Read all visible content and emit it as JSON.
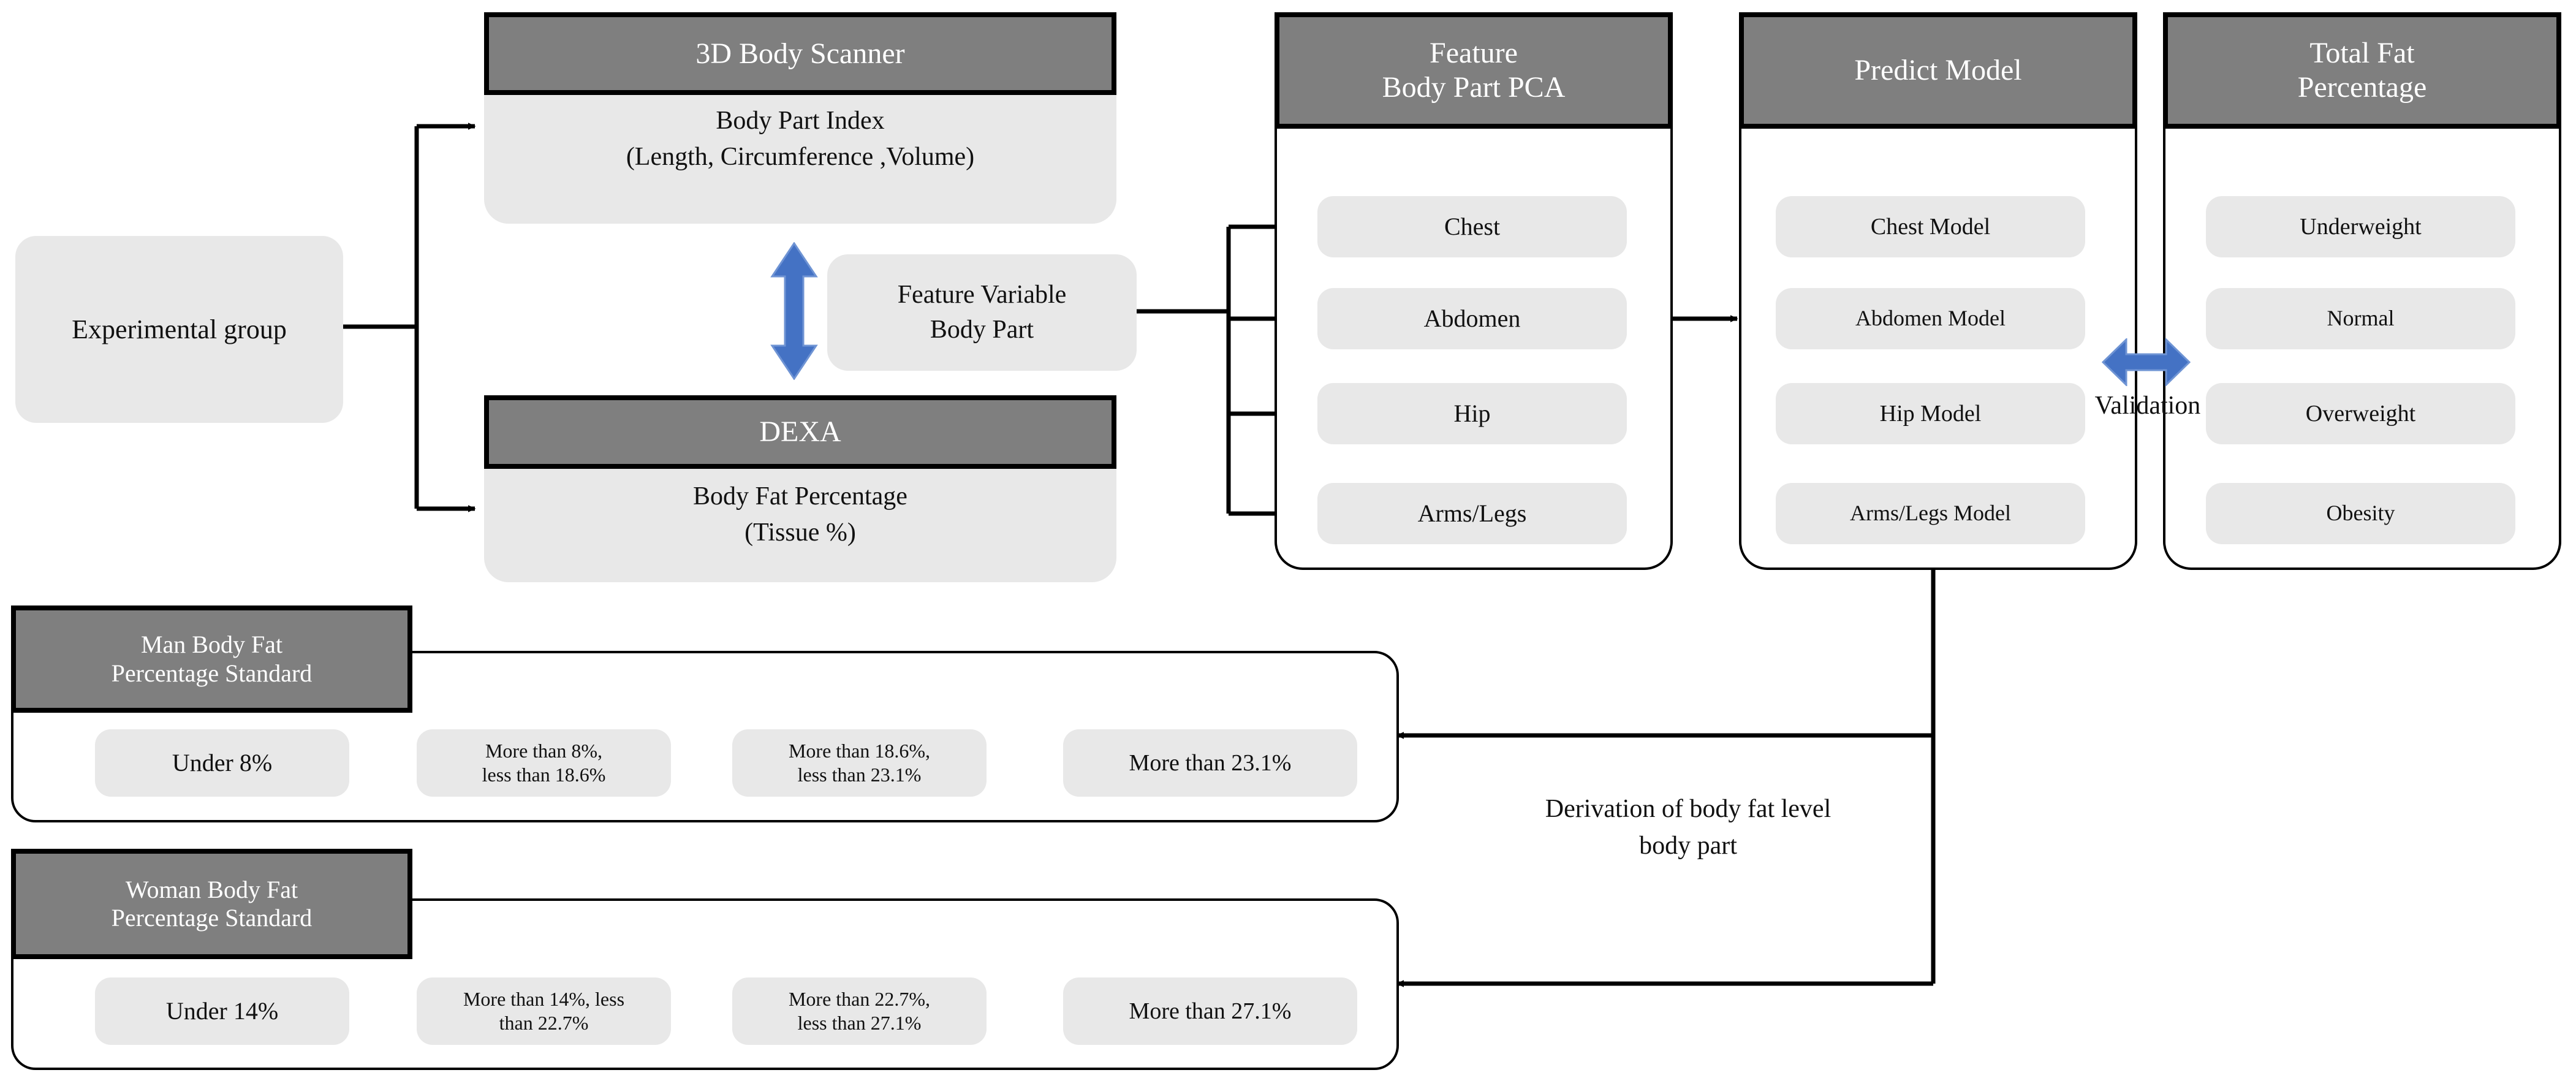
{
  "diagram": {
    "title": "Body fat prediction pipeline flowchart",
    "colors": {
      "header_fill": "#7f7f7f",
      "pill_fill": "#e8e8e8",
      "stroke": "#000000",
      "accent_blue": "#4472c4",
      "canvas": "#ffffff"
    },
    "source": {
      "label": "Experimental group"
    },
    "scanner": {
      "header": "3D Body Scanner",
      "body_line1": "Body Part Index",
      "body_line2": "(Length, Circumference ,Volume)"
    },
    "dexa": {
      "header": "DEXA",
      "body_line1": "Body Fat Percentage",
      "body_line2": "(Tissue %)"
    },
    "feature_variable": {
      "line1": "Feature Variable",
      "line2": "Body Part"
    },
    "pca": {
      "header_line1": "Feature",
      "header_line2": "Body Part PCA",
      "items": [
        "Chest",
        "Abdomen",
        "Hip",
        "Arms/Legs"
      ]
    },
    "predict": {
      "header": "Predict Model",
      "items": [
        "Chest Model",
        "Abdomen Model",
        "Hip Model",
        "Arms/Legs Model"
      ]
    },
    "total_fat": {
      "header_line1": "Total Fat",
      "header_line2": "Percentage",
      "items": [
        "Underweight",
        "Normal",
        "Overweight",
        "Obesity"
      ]
    },
    "validation_label": "Validation",
    "derivation_label_line1": "Derivation of body fat level",
    "derivation_label_line2": "body part",
    "man_standard": {
      "header_line1": "Man Body Fat",
      "header_line2": "Percentage Standard",
      "items": [
        {
          "line1": "Under 8%",
          "line2": ""
        },
        {
          "line1": "More than 8%,",
          "line2": "less than 18.6%"
        },
        {
          "line1": "More than 18.6%,",
          "line2": "less than 23.1%"
        },
        {
          "line1": "More than 23.1%",
          "line2": ""
        }
      ]
    },
    "woman_standard": {
      "header_line1": "Woman Body Fat",
      "header_line2": "Percentage Standard",
      "items": [
        {
          "line1": "Under 14%",
          "line2": ""
        },
        {
          "line1": "More than 14%, less",
          "line2": "than 22.7%"
        },
        {
          "line1": "More than 22.7%,",
          "line2": "less than 27.1%"
        },
        {
          "line1": "More than 27.1%",
          "line2": ""
        }
      ]
    }
  }
}
